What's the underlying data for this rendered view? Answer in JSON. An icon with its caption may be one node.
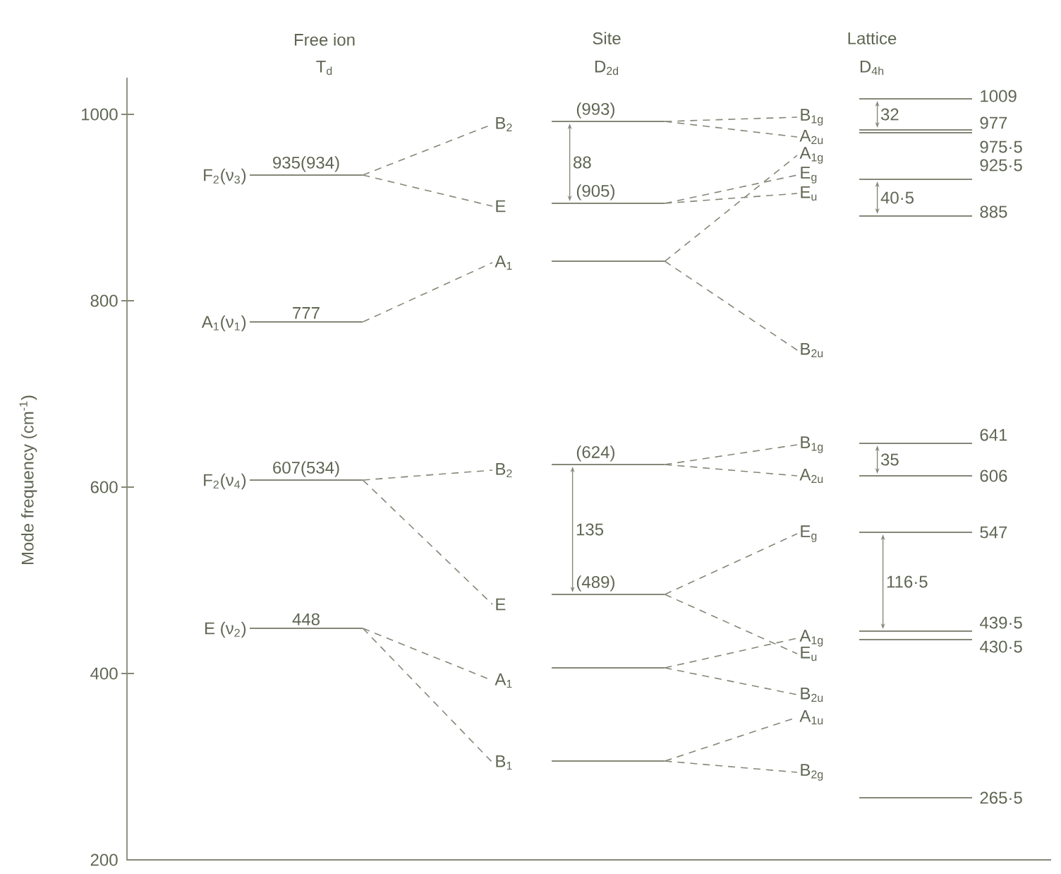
{
  "diagram": {
    "nodes": [
      {
        "text": [
          "F$_{2}$(ν$_{3}$)",
          "935(934)"
        ]
      },
      {
        "text": [
          "A$_{1}$(ν$_{1}$)",
          "777"
        ]
      },
      {
        "text": [
          "F$_{2}$(ν$_{4}$)",
          "607(534)"
        ]
      },
      {
        "text": [
          "E (ν$_{2}$)",
          "448"
        ]
      },
      {
        "text": [
          "B$_{2}$"
        ]
      },
      {
        "text": [
          "E"
        ]
      },
      {
        "text": [
          "A$_{1}$"
        ]
      },
      {
        "text": [
          "B$_{2}$"
        ]
      },
      {
        "text": [
          "E"
        ]
      },
      {
        "text": [
          "A$_{1}$"
        ]
      },
      {
        "text": [
          "B$_{1}$"
        ]
      },
      {
        "text": [
          "(993)"
        ]
      },
      {
        "text": [
          "(905)"
        ]
      },
      {
        "text": [],
        "shape": "bar"
      },
      {
        "text": [
          "(624)"
        ]
      },
      {
        "text": [
          "(489)"
        ]
      },
      {
        "text": [],
        "shape": "bar"
      },
      {
        "text": [],
        "shape": "bar"
      },
      {
        "text": [
          "B$_{1g}$"
        ]
      },
      {
        "text": [
          "A$_{2u}$"
        ]
      },
      {
        "text": [
          "A$_{1g}$"
        ]
      },
      {
        "text": [
          "E$_{g}$"
        ]
      },
      {
        "text": [
          "E$_{u}$"
        ]
      },
      {
        "text": [
          "B$_{2u}$"
        ]
      },
      {
        "text": [
          "B$_{1g}$"
        ]
      },
      {
        "text": [
          "A$_{2u}$"
        ]
      },
      {
        "text": [
          "E$_{g}$"
        ]
      },
      {
        "text": [
          "A$_{1g}$"
        ]
      },
      {
        "text": [
          "E$_{u}$"
        ]
      },
      {
        "text": [
          "B$_{2u}$"
        ]
      },
      {
        "text": [
          "A$_{1u}$"
        ]
      },
      {
        "text": [
          "B$_{2g}$"
        ]
      },
      {
        "text": [
          "1009"
        ]
      },
      {
        "text": [
          "977"
        ]
      },
      {
        "text": [
          "975·5"
        ]
      },
      {
        "text": [
          "925·5"
        ]
      },
      {
        "text": [
          "885"
        ]
      },
      {
        "text": [
          "641"
        ]
      },
      {
        "text": [
          "606"
        ]
      },
      {
        "text": [
          "547"
        ]
      },
      {
        "text": [
          "439·5"
        ]
      },
      {
        "text": [
          "430·5"
        ]
      },
      {
        "text": [
          "265·5"
        ]
      }
    ],
    "edges": [
      {
        "from": 0,
        "to": 4,
        "arrow": "none",
        "style": "dashed"
      },
      {
        "from": 0,
        "to": 5,
        "arrow": "none",
        "style": "dashed"
      },
      {
        "from": 1,
        "to": 6,
        "arrow": "none",
        "style": "dashed"
      },
      {
        "from": 2,
        "to": 7,
        "arrow": "none",
        "style": "dashed"
      },
      {
        "from": 2,
        "to": 8,
        "arrow": "none",
        "style": "dashed"
      },
      {
        "from": 3,
        "to": 9,
        "arrow": "none",
        "style": "dashed"
      },
      {
        "from": 3,
        "to": 10,
        "arrow": "none",
        "style": "dashed"
      },
      {
        "from": 11,
        "to": 18,
        "arrow": "none",
        "style": "dashed"
      },
      {
        "from": 11,
        "to": 19,
        "arrow": "none",
        "style": "dashed"
      },
      {
        "from": 12,
        "to": 21,
        "arrow": "none",
        "style": "dashed"
      },
      {
        "from": 12,
        "to": 22,
        "arrow": "none",
        "style": "dashed"
      },
      {
        "from": 13,
        "to": 20,
        "arrow": "none",
        "style": "dashed"
      },
      {
        "from": 13,
        "to": 23,
        "arrow": "none",
        "style": "dashed"
      },
      {
        "from": 14,
        "to": 24,
        "arrow": "none",
        "style": "dashed"
      },
      {
        "from": 14,
        "to": 25,
        "arrow": "none",
        "style": "dashed"
      },
      {
        "from": 15,
        "to": 26,
        "arrow": "none",
        "style": "dashed"
      },
      {
        "from": 15,
        "to": 28,
        "arrow": "none",
        "style": "dashed"
      },
      {
        "from": 16,
        "to": 27,
        "arrow": "none",
        "style": "dashed"
      },
      {
        "from": 16,
        "to": 29,
        "arrow": "none",
        "style": "dashed"
      },
      {
        "from": 17,
        "to": 30,
        "arrow": "none",
        "style": "dashed"
      },
      {
        "from": 17,
        "to": 31,
        "arrow": "none",
        "style": "dashed"
      },
      {
        "from": 11,
        "to": 12,
        "arrow": "both",
        "label": "88"
      },
      {
        "from": 32,
        "to": 33,
        "arrow": "both",
        "label": "32"
      },
      {
        "from": 35,
        "to": 36,
        "arrow": "both",
        "label": "40·5"
      },
      {
        "from": 14,
        "to": 15,
        "arrow": "both",
        "label": "135"
      },
      {
        "from": 37,
        "to": 38,
        "arrow": "both",
        "label": "35"
      },
      {
        "from": 39,
        "to": 40,
        "arrow": "both",
        "label": "116·5"
      }
    ],
    "labels": [
      "Free ion",
      "T$_{d}$",
      "Site",
      "D$_{2d}$",
      "Lattice",
      "D$_{4h}$",
      "1000",
      "800",
      "600",
      "400",
      "200",
      "Mode frequency (cm$^{-1}$)"
    ]
  }
}
